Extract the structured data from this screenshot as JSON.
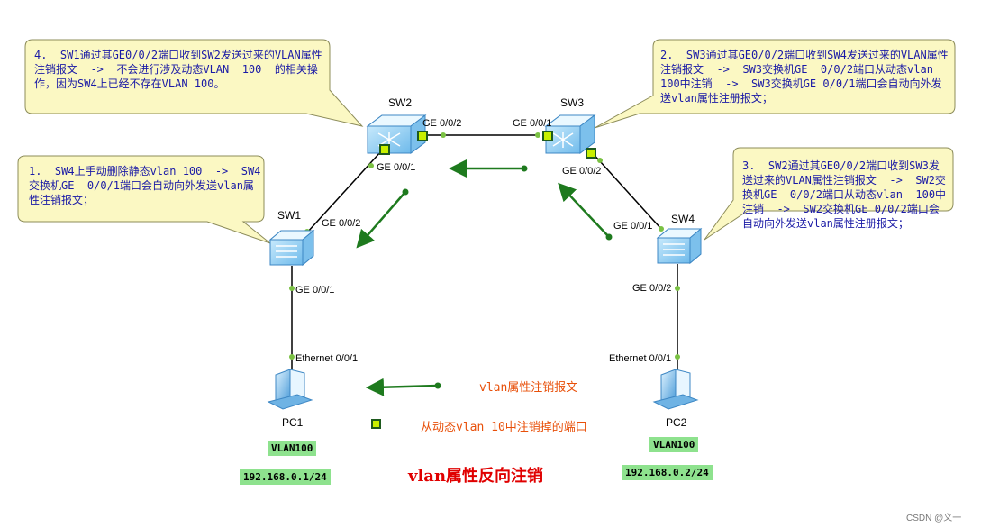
{
  "callouts": [
    "3.  SW2通过其GE0/0/2端口收到SW3发送过来的VLAN属性注销报文  ->  SW2交换机GE  0/0/2端口从动态vlan  100中注销  ->  SW2交换机GE 0/0/2端口会自动向外发送vlan属性注册报文；",
    "2.  SW3通过其GE0/0/2端口收到SW4发送过来的VLAN属性注销报文  ->  SW3交换机GE  0/0/2端口从动态vlan  100中注销  ->  SW3交换机GE 0/0/1端口会自动向外发送vlan属性注册报文；",
    "4.  SW1通过其GE0/0/2端口收到SW2发送过来的VLAN属性注销报文  ->  不会进行涉及动态VLAN  100  的相关操作，因为SW4上已经不存在VLAN 100。",
    "1.  SW4上手动删除静态vlan 100  ->  SW4交换机GE  0/0/1端口会自动向外发送vlan属性注销报文；"
  ],
  "devices": {
    "sw1": "SW1",
    "sw2": "SW2",
    "sw3": "SW3",
    "sw4": "SW4",
    "pc1": "PC1",
    "pc2": "PC2"
  },
  "ports": {
    "sw2_ge002": "GE 0/0/2",
    "sw3_ge001": "GE 0/0/1",
    "sw2_ge001": "GE 0/0/1",
    "sw3_ge002": "GE 0/0/2",
    "sw1_ge002": "GE 0/0/2",
    "sw4_ge001": "GE 0/0/1",
    "sw1_ge001": "GE 0/0/1",
    "sw4_ge002": "GE 0/0/2",
    "pc1_eth": "Ethernet 0/0/1",
    "pc2_eth": "Ethernet 0/0/1"
  },
  "tags": {
    "pc1_vlan": "VLAN100",
    "pc2_vlan": "VLAN100",
    "pc1_ip": "192.168.0.1/24",
    "pc2_ip": "192.168.0.2/24"
  },
  "legend": {
    "arrow_label": "vlan属性注销报文",
    "port_label": "从动态vlan 10中注销掉的端口"
  },
  "title": "vlan属性反向注销",
  "watermark": "CSDN @义一",
  "colors": {
    "callout_fill": "#fbf8c3",
    "callout_border": "#8c8c5a",
    "arrow": "#1e7a1e",
    "port_marker": "#c8f000",
    "tag_fill": "#8ee28e",
    "title": "#e00000",
    "legend_text": "#e8500a"
  }
}
